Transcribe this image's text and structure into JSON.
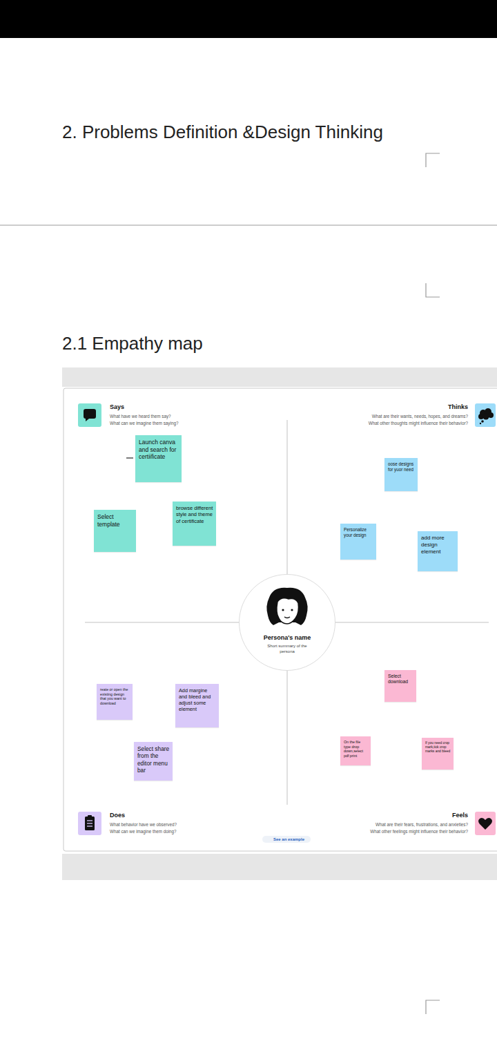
{
  "diagram": {
    "title": "2. Problems Definition &Design Thinking",
    "nodes": [
      {
        "text": [
          "Launch canva and search for certiificate"
        ]
      },
      {
        "text": [
          "Select template"
        ]
      },
      {
        "text": [
          "browse different style and theme of certificate"
        ]
      },
      {
        "text": [
          "oose designs for yuor need"
        ]
      },
      {
        "text": [
          "Personalize your design"
        ]
      },
      {
        "text": [
          "add more design element"
        ]
      },
      {
        "text": [
          "Persona's name",
          "Short summary of the persona"
        ]
      },
      {
        "text": [
          "reate or open the existing design that you want to download"
        ]
      },
      {
        "text": [
          "Add margine and bleed and adjust some element"
        ]
      },
      {
        "text": [
          "Select share from the editor menu bar"
        ]
      },
      {
        "text": [
          "Select download"
        ]
      },
      {
        "text": [
          "On the file type drop down,select pdf print"
        ]
      },
      {
        "text": [
          "If you need crop mark,tick crop marks and bleed"
        ]
      },
      {
        "text": [
          "See an example"
        ]
      }
    ],
    "labels": [
      "2.1 Empathy map",
      "Says",
      "What have we heard them say?",
      "What can we imagine them saying?",
      "Thinks",
      "What are their wants, needs, hopes, and dreams?",
      "What other thoughts might influence their behavior?",
      "Does",
      "What behavior have we observed?",
      "What can we imagine them doing?",
      "Feels",
      "What are their fears, frustrations, and anxieties?",
      "What other feelings might influence their behavior?"
    ]
  }
}
